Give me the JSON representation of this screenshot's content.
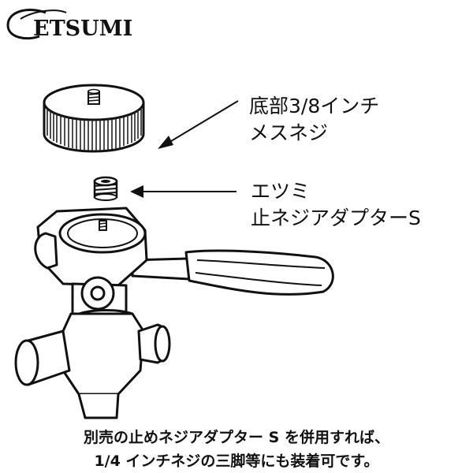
{
  "logo": {
    "text": "ETSUMI"
  },
  "callouts": {
    "top": {
      "line1": "底部3/8インチ",
      "line2": "メスネジ"
    },
    "bottom": {
      "line1": "エツミ",
      "line2": "止ネジアダプターS"
    }
  },
  "caption": {
    "line1": "別売の止めネジアダプター S を併用すれば、",
    "line2": "1/4 インチネジの三脚等にも装着可です。"
  },
  "icons": [
    "etsumi-logo",
    "threaded-knob-drawing",
    "adapter-screw-drawing",
    "tripod-head-drawing",
    "arrow-icon"
  ],
  "colors": {
    "ink": "#111111",
    "background": "#ffffff"
  }
}
